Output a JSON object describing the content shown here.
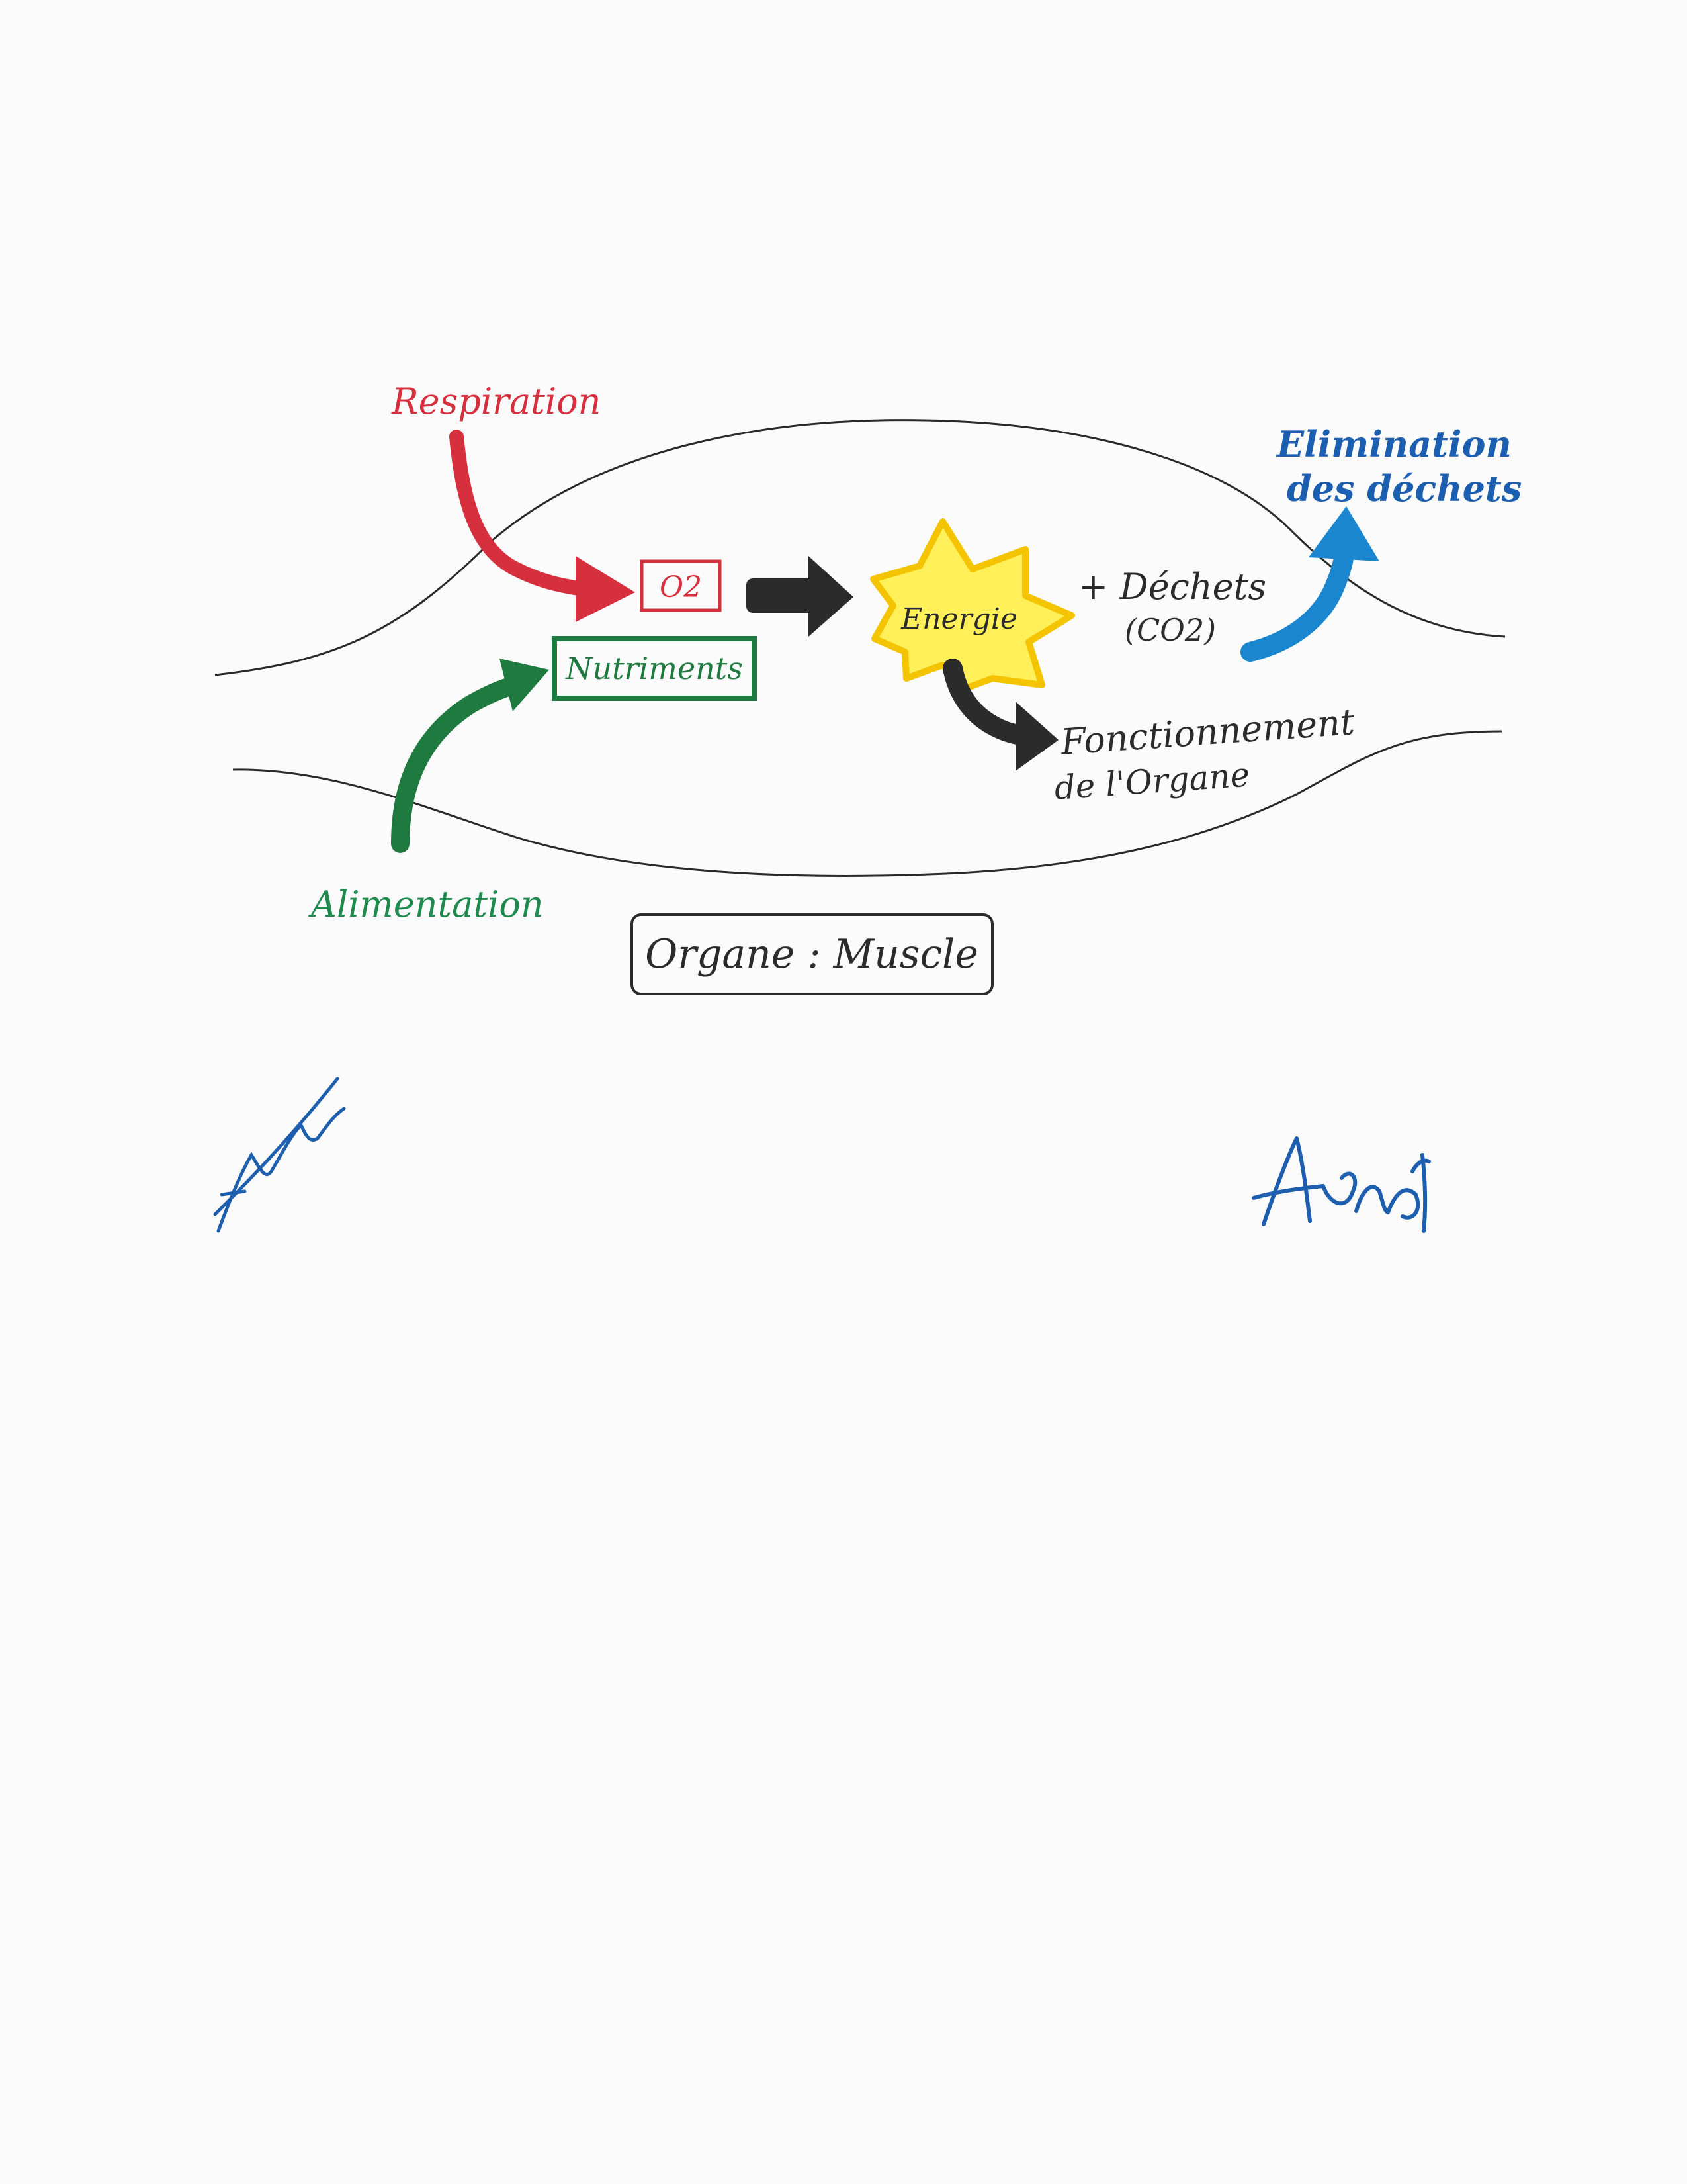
{
  "colors": {
    "paper": "#fbfbfb",
    "outline": "#2a2a2a",
    "respiration": "#d6303f",
    "nutrition": "#1f7a3f",
    "elimination": "#1a86cf",
    "elimination_text": "#1c5fb0",
    "energy_fill": "#fff05a",
    "energy_stroke": "#f5c400",
    "ink_black": "#2b2b2b",
    "signature": "#1d5fae"
  },
  "diagram": {
    "input_top_label": "Respiration",
    "oxygen_label": "O2",
    "nutrients_label": "Nutriments",
    "input_bottom_label": "Alimentation",
    "energy_label": "Energie",
    "waste_line1": "+ Déchets",
    "waste_line2": "(CO2)",
    "elimination_line1": "Elimination",
    "elimination_line2": "des déchets",
    "function_line1": "Fonctionnement",
    "function_line2": "de l'Organe",
    "caption": "Organe : Muscle"
  },
  "icons": {
    "star": "energy-burst-icon",
    "arrows": [
      "arrow-respiration-icon",
      "arrow-alimentation-icon",
      "arrow-to-energy-icon",
      "arrow-elimination-icon",
      "arrow-function-icon"
    ],
    "signatures": [
      "signature-left-icon",
      "signature-right-icon"
    ]
  }
}
